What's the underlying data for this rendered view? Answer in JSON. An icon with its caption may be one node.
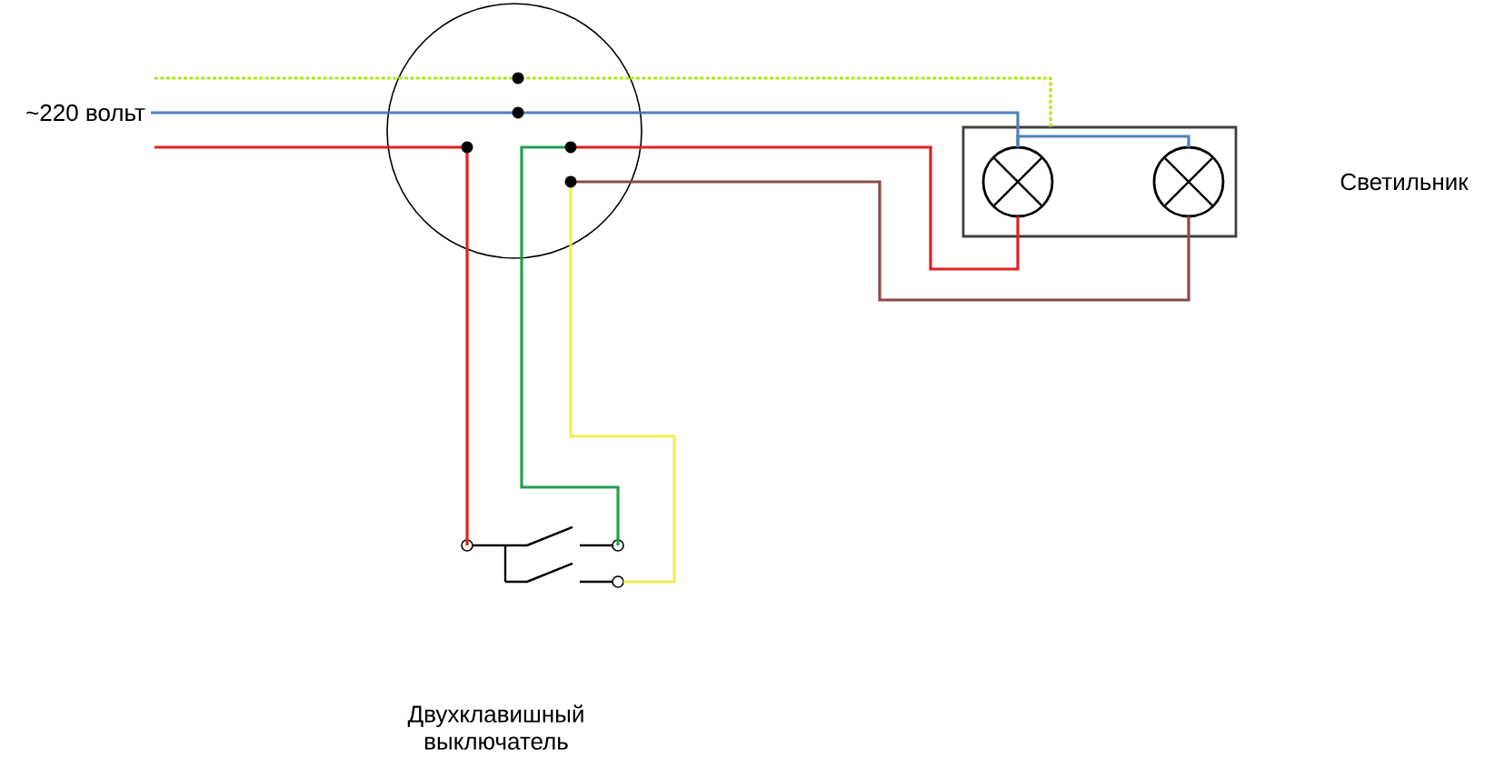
{
  "diagram": {
    "nodes": [
      {
        "text": [
          "~220 вольт"
        ]
      },
      {
        "text": [],
        "shape": "circle"
      },
      {
        "text": [],
        "shape": "box"
      },
      {
        "text": [],
        "shape": "lamp",
        "in": 2
      },
      {
        "text": [],
        "shape": "lamp",
        "in": 2
      },
      {
        "text": [],
        "shape": "switch"
      }
    ],
    "edges": [
      {
        "from": 0,
        "to": 1,
        "arrow": "none",
        "color": "#4f81bd"
      },
      {
        "from": 0,
        "to": 1,
        "arrow": "none",
        "color": "#e02020"
      },
      {
        "from": 0,
        "to": 1,
        "arrow": "none",
        "style": "dashed",
        "color": "#b5e61d"
      },
      {
        "from": 1,
        "to": 2,
        "arrow": "none",
        "style": "dashed",
        "color": "#b5e61d"
      },
      {
        "from": 1,
        "to": 3,
        "arrow": "none",
        "color": "#4f81bd"
      },
      {
        "from": 3,
        "to": 4,
        "arrow": "none",
        "color": "#4f81bd"
      },
      {
        "from": 1,
        "to": 5,
        "arrow": "none",
        "color": "#e02020"
      },
      {
        "from": 1,
        "to": 5,
        "arrow": "none",
        "color": "#20a050"
      },
      {
        "from": 1,
        "to": 5,
        "arrow": "none",
        "color": "#f0f050"
      },
      {
        "from": 1,
        "to": 3,
        "arrow": "none",
        "color": "#e02020"
      },
      {
        "from": 1,
        "to": 4,
        "arrow": "none",
        "color": "#8b4a4a"
      }
    ],
    "labels": [
      "Светильник",
      "Двухклавишный выключатель"
    ]
  }
}
